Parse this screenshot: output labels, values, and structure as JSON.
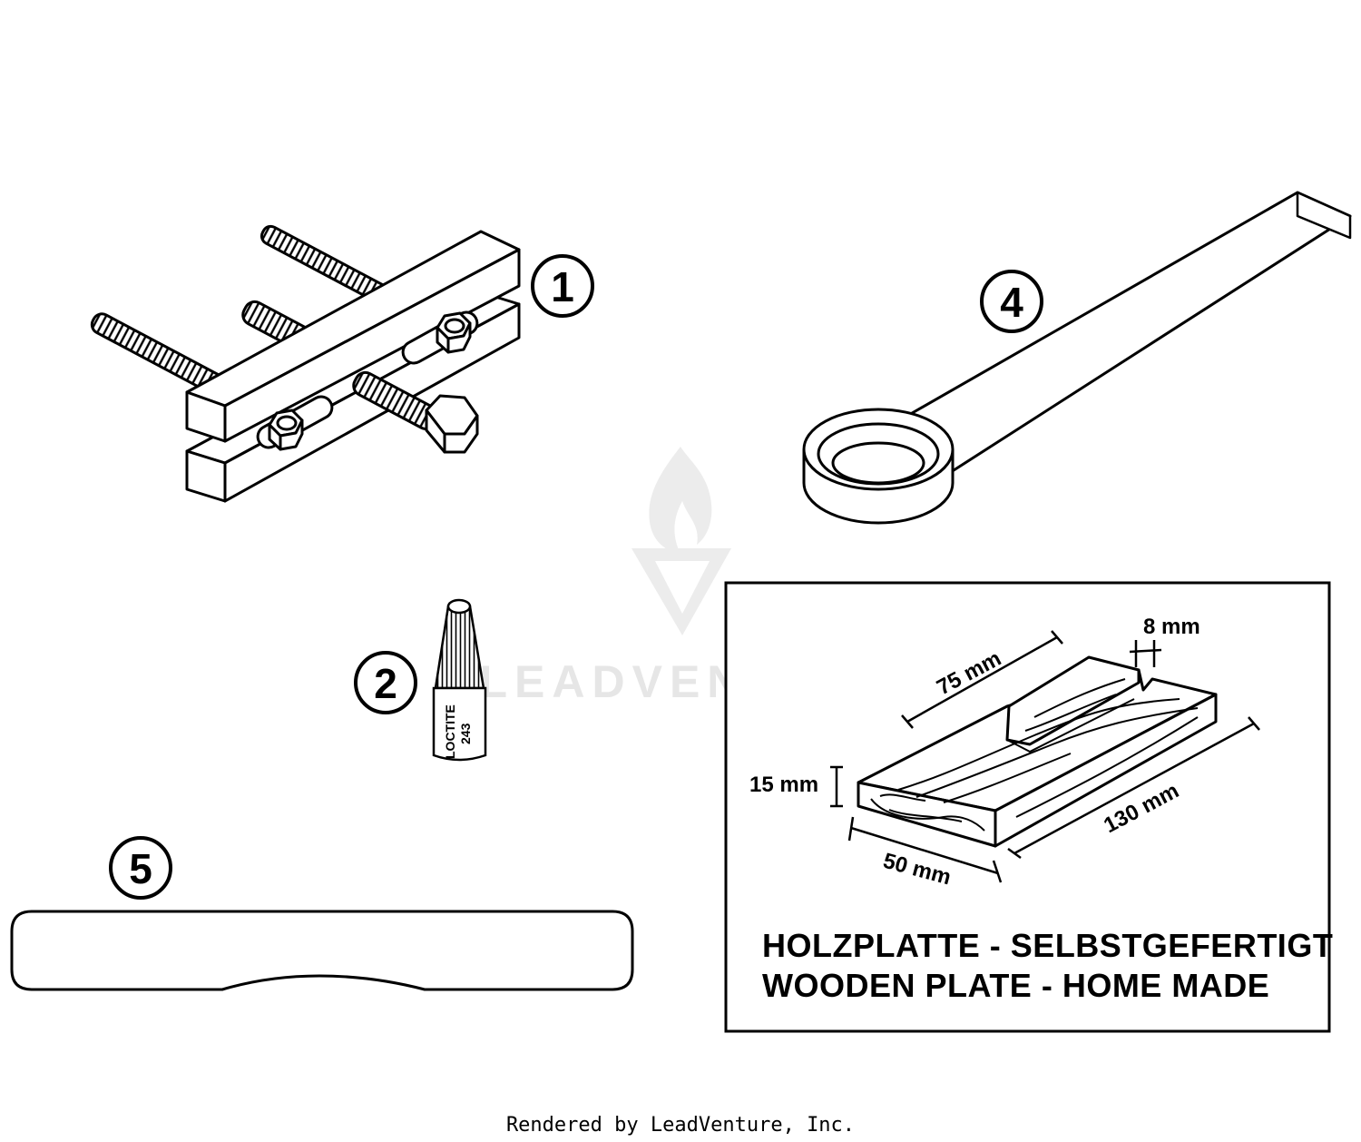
{
  "callouts": {
    "c1": "1",
    "c2": "2",
    "c4": "4",
    "c5": "5"
  },
  "loctite": {
    "line1": "LOCTITE",
    "line2": "243"
  },
  "wooden_plate": {
    "dim_length": "75 mm",
    "dim_gap": "8 mm",
    "dim_height": "15 mm",
    "dim_width": "50 mm",
    "dim_total": "130 mm",
    "caption_de": "HOLZPLATTE - SELBSTGEFERTIGT",
    "caption_en": "WOODEN PLATE - HOME MADE"
  },
  "watermark": {
    "text": "LEADVENTURE"
  },
  "footer": {
    "text": "Rendered by LeadVenture, Inc."
  },
  "colors": {
    "line": "#000000",
    "background": "#ffffff",
    "watermark": "#e6e6e6"
  }
}
